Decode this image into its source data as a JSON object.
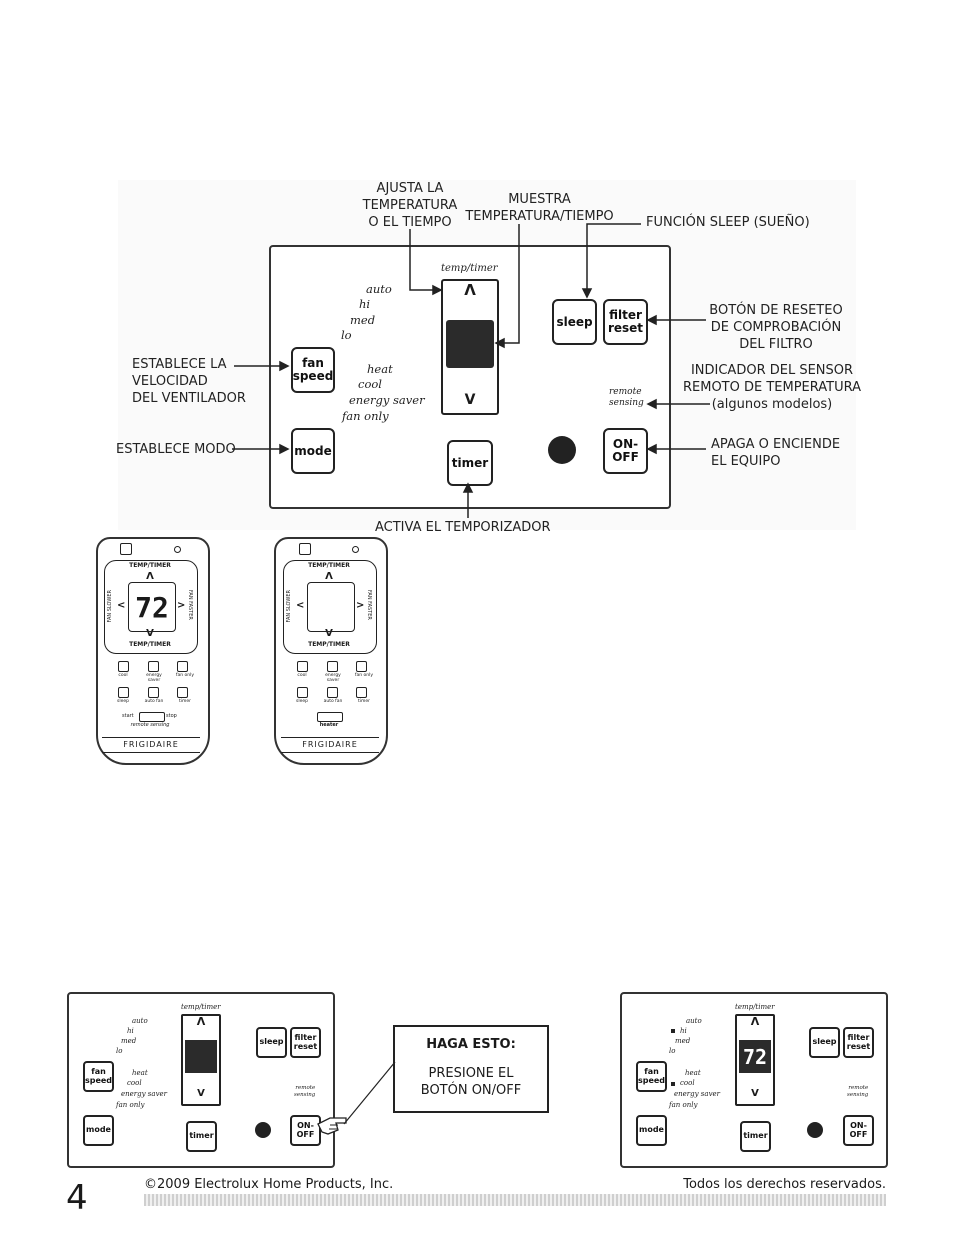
{
  "top_diagram": {
    "callouts": {
      "adjusts": "AJUSTA LA\nTEMPERATURA\nO EL TIEMPO",
      "shows": "MUESTRA\nTEMPERATURA/TIEMPO",
      "sleep_fn": "FUNCIÓN SLEEP (SUEÑO)",
      "filter_reset": "BOTÓN DE RESETEO\nDE COMPROBACIÓN\nDEL FILTRO",
      "remote_sensor": "INDICADOR DEL SENSOR\nREMOTO DE TEMPERATURA\n(algunos modelos)",
      "on_off": "APAGA O ENCIENDE\nEL EQUIPO",
      "fan_speed": "ESTABLECE LA\nVELOCIDAD\nDEL VENTILADOR",
      "mode": "ESTABLECE MODO",
      "timer": "ACTIVA EL TEMPORIZADOR"
    },
    "panel": {
      "temp_timer": "temp/timer",
      "fan_levels": [
        "auto",
        "hi",
        "med",
        "lo"
      ],
      "modes": [
        "heat",
        "cool",
        "energy saver",
        "fan only"
      ],
      "remote_sensing": "remote\nsensing",
      "up": "Λ",
      "down": "V",
      "buttons": {
        "fan_speed": "fan\nspeed",
        "mode": "mode",
        "timer": "timer",
        "sleep": "sleep",
        "filter_reset": "filter\nreset",
        "on_off": "ON-\nOFF"
      }
    }
  },
  "remotes": [
    {
      "display": "72",
      "temp_top": "TEMP/TIMER",
      "temp_bottom": "TEMP/TIMER",
      "fan_slower": "FAN SLOWER",
      "fan_faster": "FAN FASTER",
      "row1": [
        "cool",
        "energy saver",
        "fan only"
      ],
      "row2": [
        "sleep",
        "auto fan",
        "timer"
      ],
      "start": "start",
      "stop": "stop",
      "extra": "remote sensing",
      "brand": "FRIGIDAIRE"
    },
    {
      "display": "",
      "temp_top": "TEMP/TIMER",
      "temp_bottom": "TEMP/TIMER",
      "fan_slower": "FAN SLOWER",
      "fan_faster": "FAN FASTER",
      "row1": [
        "cool",
        "energy saver",
        "fan only"
      ],
      "row2": [
        "sleep",
        "auto fan",
        "timer"
      ],
      "extra": "heater",
      "brand": "FRIGIDAIRE"
    }
  ],
  "bottom": {
    "instruction_title": "HAGA ESTO:",
    "instruction_body": "PRESIONE EL\nBOTÓN ON/OFF",
    "after_display": "72"
  },
  "footer": {
    "page_number": "4",
    "copyright": "©2009 Electrolux Home Products, Inc.",
    "rights": "Todos los derechos reservados."
  }
}
